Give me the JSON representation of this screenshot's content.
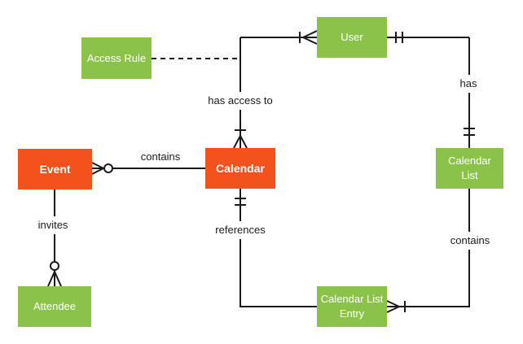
{
  "diagram": {
    "type": "entity-relationship",
    "notation": "crows-foot",
    "entities": {
      "event": {
        "label": "Event",
        "kind": "primary"
      },
      "calendar": {
        "label": "Calendar",
        "kind": "primary"
      },
      "user": {
        "label": "User",
        "kind": "secondary"
      },
      "access_rule": {
        "label": "Access Rule",
        "kind": "secondary"
      },
      "calendar_list": {
        "label": "Calendar List",
        "kind": "secondary"
      },
      "attendee": {
        "label": "Attendee",
        "kind": "secondary"
      },
      "calendar_list_entry": {
        "label": "Calendar List Entry",
        "kind": "secondary"
      }
    },
    "relationships": {
      "contains_event": {
        "label": "contains",
        "from": "Calendar",
        "to": "Event",
        "to_end": "zero-or-many"
      },
      "invites": {
        "label": "invites",
        "from": "Event",
        "to": "Attendee",
        "to_end": "zero-or-many"
      },
      "has_access_to": {
        "label": "has access to",
        "from": "User",
        "to": "Calendar",
        "from_end": "one-or-many",
        "to_end": "one-or-many"
      },
      "access_rule_link": {
        "label": "",
        "from": "Access Rule",
        "to": "has access to line",
        "style": "dashed"
      },
      "has": {
        "label": "has",
        "from": "User",
        "to": "Calendar List",
        "from_end": "exactly-one",
        "to_end": "exactly-one"
      },
      "references": {
        "label": "references",
        "from": "Calendar",
        "to": "Calendar List Entry",
        "from_end": "exactly-one"
      },
      "contains_entry": {
        "label": "contains",
        "from": "Calendar List",
        "to": "Calendar List Entry",
        "to_end": "one-or-many"
      }
    },
    "colors": {
      "entity_green": "#8BC34A",
      "entity_orange": "#F4511E",
      "line": "#1a1a1a",
      "label_text": "#1a1a1a",
      "background": "#ffffff"
    }
  }
}
